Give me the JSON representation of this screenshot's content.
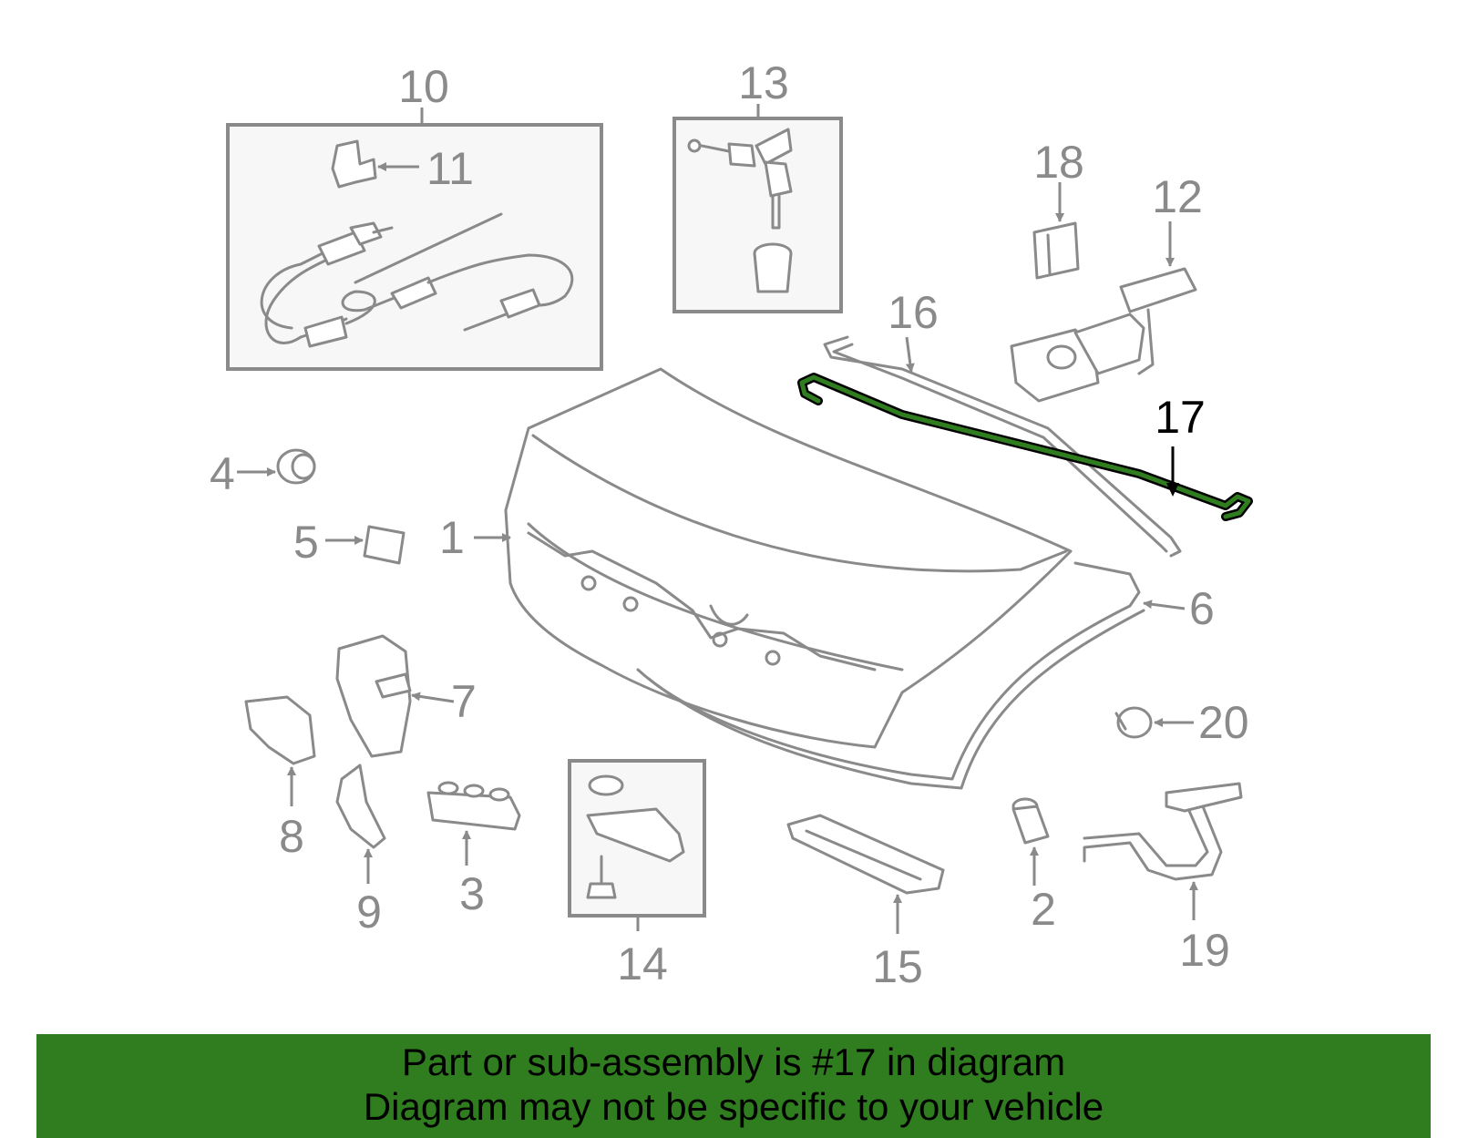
{
  "diagram": {
    "highlighted_part": "17",
    "colors": {
      "highlight": "#2f7d1f",
      "banner": "#2f7d1f",
      "parts": "#8a8a8a"
    },
    "labels": {
      "p1": "1",
      "p2": "2",
      "p3": "3",
      "p4": "4",
      "p5": "5",
      "p6": "6",
      "p7": "7",
      "p8": "8",
      "p9": "9",
      "p10": "10",
      "p11": "11",
      "p12": "12",
      "p13": "13",
      "p14": "14",
      "p15": "15",
      "p16": "16",
      "p17": "17",
      "p18": "18",
      "p19": "19",
      "p20": "20"
    }
  },
  "banner": {
    "line1": "Part or sub-assembly is #17 in diagram",
    "line2": "Diagram may not be specific to your vehicle"
  }
}
